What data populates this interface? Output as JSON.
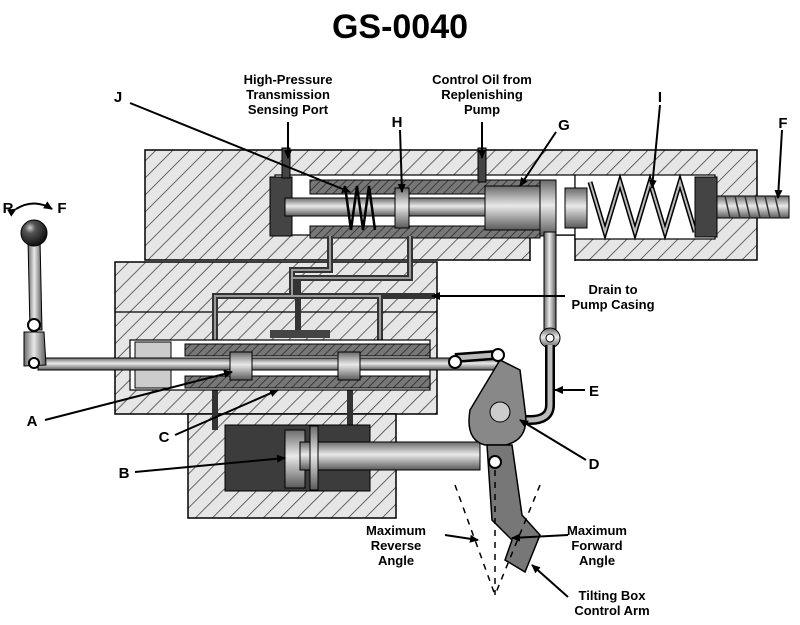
{
  "title": "GS-0040",
  "labels": {
    "hp_port": [
      "High-Pressure",
      "Transmission",
      "Sensing Port"
    ],
    "control_oil": [
      "Control Oil from",
      "Replenishing",
      "Pump"
    ],
    "drain": [
      "Drain to",
      "Pump Casing"
    ],
    "max_reverse": [
      "Maximum",
      "Reverse",
      "Angle"
    ],
    "max_forward": [
      "Maximum",
      "Forward",
      "Angle"
    ],
    "tilting_box": [
      "Tilting Box",
      "Control Arm"
    ]
  },
  "letters": {
    "J": "J",
    "H": "H",
    "G": "G",
    "I": "I",
    "F": "F",
    "R": "R",
    "F_lever": "F",
    "A": "A",
    "B": "B",
    "C": "C",
    "D": "D",
    "E": "E"
  }
}
